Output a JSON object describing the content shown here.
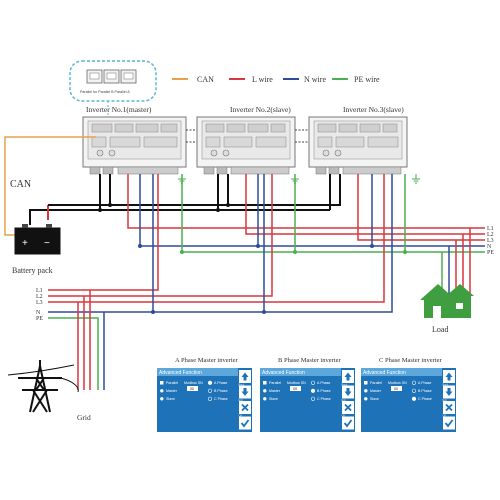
{
  "legend": {
    "can": "CAN",
    "l_wire": "L wire",
    "n_wire": "N wire",
    "pe_wire": "PE wire"
  },
  "colors": {
    "can": "#e8a04a",
    "l": "#d9363e",
    "n": "#2e4c9c",
    "pe": "#4caf50",
    "dc": "#111111",
    "callout": "#5bb5d6",
    "panel_bg": "#1e73b8",
    "panel_header": "#5ca8dd"
  },
  "callout_text": "Parallel for Parallel B  Parallel A",
  "inverters": [
    {
      "label": "Inverter No.1(master)"
    },
    {
      "label": "Inverter No.2(slave)"
    },
    {
      "label": "Inverter No.3(slave)"
    }
  ],
  "can_label": "CAN",
  "battery": {
    "label": "Battery pack",
    "plus": "+",
    "minus": "−"
  },
  "grid": {
    "label": "Grid",
    "lines": [
      "L1",
      "L2",
      "L3",
      "N",
      "PE"
    ]
  },
  "load": {
    "label": "Load",
    "lines": [
      "L1",
      "L2",
      "L3",
      "N",
      "PE"
    ]
  },
  "panels": [
    {
      "caption": "A Phase Master inverter",
      "header": "Advanced Function",
      "options_left": [
        "Parallel",
        "Master",
        "Slave"
      ],
      "modbus_label": "Modbus SN",
      "modbus_value": "00",
      "phases": [
        "A Phase",
        "B Phase",
        "C Phase"
      ],
      "selected_phase": 0
    },
    {
      "caption": "B Phase Master inverter",
      "header": "Advanced Function",
      "options_left": [
        "Parallel",
        "Master",
        "Slave"
      ],
      "modbus_label": "Modbus SN",
      "modbus_value": "00",
      "phases": [
        "A Phase",
        "B Phase",
        "C Phase"
      ],
      "selected_phase": 1
    },
    {
      "caption": "C Phase Master inverter",
      "header": "Advanced Function",
      "options_left": [
        "Parallel",
        "Master",
        "Slave"
      ],
      "modbus_label": "Modbus SN",
      "modbus_value": "00",
      "phases": [
        "A Phase",
        "B Phase",
        "C Phase"
      ],
      "selected_phase": 2
    }
  ],
  "panel_side_buttons": [
    "Back",
    "Exit",
    "OK"
  ]
}
